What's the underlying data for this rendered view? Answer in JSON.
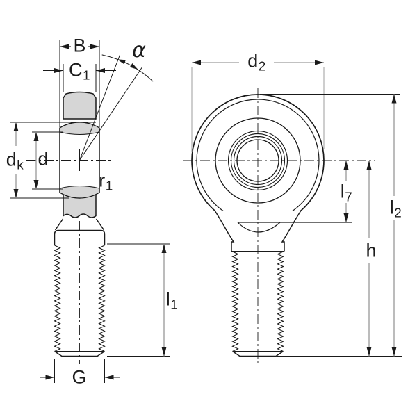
{
  "drawing": {
    "description_labels": {
      "B": {
        "text": "B",
        "sub": ""
      },
      "C1": {
        "text": "C",
        "sub": "1"
      },
      "alpha": {
        "text": "α",
        "sub": ""
      },
      "dk": {
        "text": "d",
        "sub": "k"
      },
      "d": {
        "text": "d",
        "sub": ""
      },
      "r1": {
        "text": "r",
        "sub": "1"
      },
      "l1": {
        "text": "l",
        "sub": "1"
      },
      "G": {
        "text": "G",
        "sub": ""
      },
      "d2": {
        "text": "d",
        "sub": "2"
      },
      "l7": {
        "text": "l",
        "sub": "7"
      },
      "l2": {
        "text": "l",
        "sub": "2"
      },
      "h": {
        "text": "h",
        "sub": ""
      }
    },
    "colors": {
      "line": "#1a1a1a",
      "dim_line": "#9c9c9c",
      "fill_gray": "#d6d6d6",
      "background": "#ffffff"
    }
  }
}
